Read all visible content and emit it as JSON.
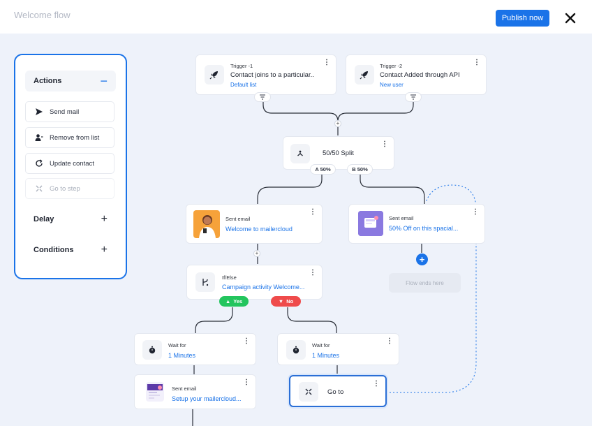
{
  "header": {
    "title": "Welcome flow",
    "publish_label": "Publish now",
    "close_icon": "close-icon"
  },
  "panel": {
    "actions": {
      "label": "Actions",
      "toggle": "−",
      "items": [
        {
          "label": "Send mail",
          "icon": "send-icon"
        },
        {
          "label": "Remove from list",
          "icon": "remove-user-icon"
        },
        {
          "label": "Update contact",
          "icon": "refresh-icon"
        },
        {
          "label": "Go to step",
          "icon": "goto-icon",
          "disabled": true
        }
      ]
    },
    "delay": {
      "label": "Delay",
      "toggle": "+"
    },
    "conditions": {
      "label": "Conditions",
      "toggle": "+"
    }
  },
  "flow": {
    "trigger1": {
      "kicker": "Trigger -1",
      "title": "Contact joins to a particular..",
      "sub": "Default list",
      "icon": "rocket-icon"
    },
    "trigger2": {
      "kicker": "Trigger -2",
      "title": "Contact Added through API",
      "sub": "New user",
      "icon": "rocket-icon"
    },
    "split": {
      "title": "50/50 Split",
      "a_label": "A 50%",
      "b_label": "B 50%",
      "icon": "split-icon"
    },
    "email_a": {
      "kicker": "Sent email",
      "link": "Welcome to mailercloud"
    },
    "email_b": {
      "kicker": "Sent email",
      "link": "50% Off on this spacial..."
    },
    "ifelse": {
      "kicker": "If/Else",
      "link": "Campaign activity Welcome...",
      "yes_label": "Yes",
      "no_label": "No",
      "icon": "branch-icon"
    },
    "wait_yes": {
      "kicker": "Wait for",
      "link": "1 Minutes",
      "icon": "timer-icon"
    },
    "wait_no": {
      "kicker": "Wait for",
      "link": "1 Minutes",
      "icon": "timer-icon"
    },
    "email_c": {
      "kicker": "Sent email",
      "link": "Setup your mailercloud..."
    },
    "goto": {
      "title": "Go to",
      "icon": "goto-icon"
    },
    "flow_ends": "Flow ends here",
    "add_plus": "+",
    "kebab": "⋮"
  },
  "colors": {
    "accent": "#1a73e8",
    "yes": "#23c55e",
    "no": "#ef4b4b",
    "canvas": "#eef2fa"
  }
}
